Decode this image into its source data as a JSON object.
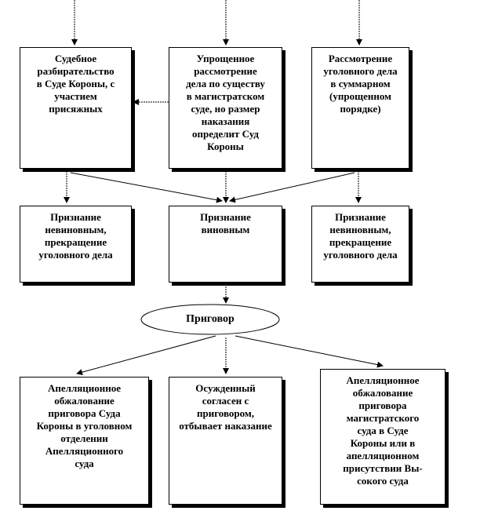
{
  "nodes": {
    "jury_trial": "Судебное\nразбирательство\nв Суде Короны, с\nучастием\nприсяжных",
    "magistrate_simplified": "Упрощенное\nрассмотрение\nдела по существу\nв магистратском\nсуде, но размер\nнаказания\nопределит Суд\nКороны",
    "summary_procedure": "Рассмотрение\nуголовного дела\nв суммарном\n(упрощенном\nпорядке)",
    "acquittal_left": "Признание\nневиновным,\nпрекращение\nуголовного дела",
    "guilty": "Признание\nвиновным",
    "acquittal_right": "Признание\nневиновным,\nпрекращение\nуголовного дела",
    "verdict": "Приговор",
    "appeal_crown": "Апелляционное\nобжалование\nприговора Суда\nКороны в  уголовном\nотделении\nАпелляционного\nсуда",
    "convicted_agrees": "Осужденный\nсогласен с\nприговором,\nотбывает наказание",
    "appeal_magistrate": "Апелляционное\nобжалование\nприговора\nмагистратского\nсуда в Суде\nКороны или в\nапелляционном\nприсутствии Вы-\nсокого суда"
  }
}
